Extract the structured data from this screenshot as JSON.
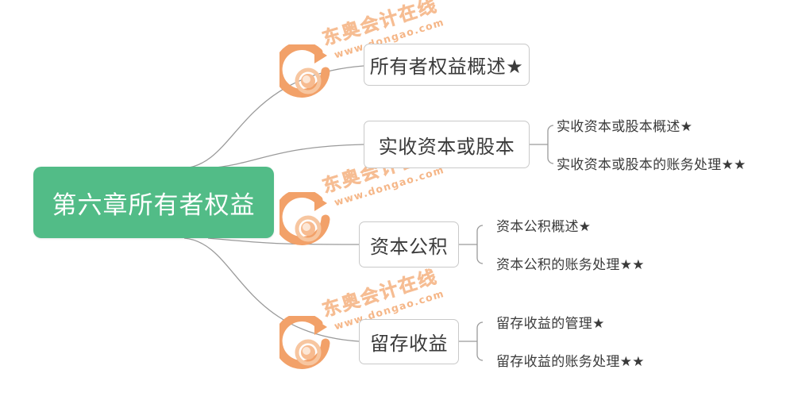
{
  "diagram": {
    "type": "mind-map",
    "background_color": "#ffffff",
    "root": {
      "label": "第六章所有者权益",
      "fill_color": "#52bc87",
      "text_color": "#ffffff"
    },
    "node_style": {
      "border_color": "#c9c9c9",
      "fill_color": "#ffffff",
      "text_color": "#3b3b3b",
      "connector_color": "#9a9a9a"
    },
    "branches": [
      {
        "label": "所有者权益概述★",
        "children": []
      },
      {
        "label": "实收资本或股本",
        "children": [
          {
            "label": "实收资本或股本概述★"
          },
          {
            "label": "实收资本或股本的账务处理★★"
          }
        ]
      },
      {
        "label": "资本公积",
        "children": [
          {
            "label": "资本公积概述★"
          },
          {
            "label": "资本公积的账务处理★★"
          }
        ]
      },
      {
        "label": "留存收益",
        "children": [
          {
            "label": "留存收益的管理★"
          },
          {
            "label": "留存收益的账务处理★★"
          }
        ]
      }
    ]
  },
  "watermark": {
    "brand_cn": "东奥会计在线",
    "url": "www.dongao.com",
    "color": "#f3a46a",
    "logo_icon": "dongao-spiral-logo"
  }
}
